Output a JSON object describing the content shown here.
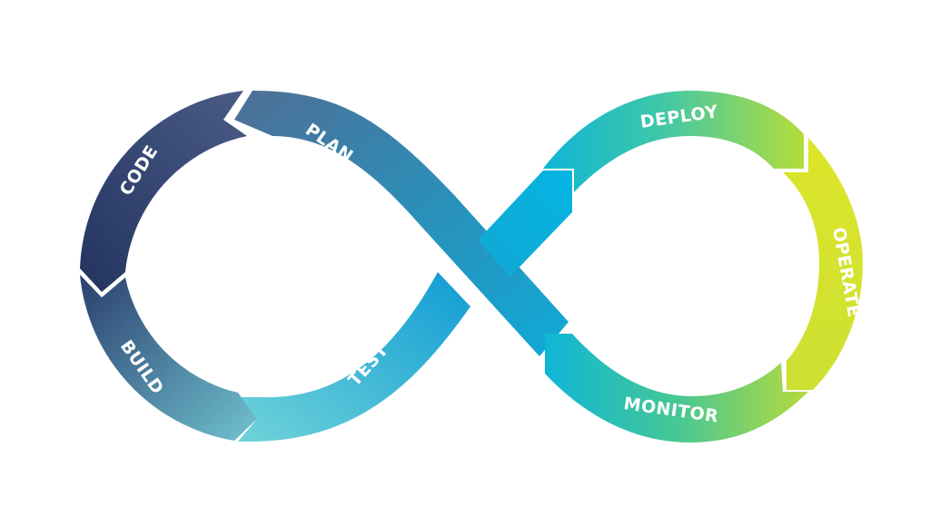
{
  "diagram": {
    "stages": [
      {
        "id": "plan",
        "label": "PLAN"
      },
      {
        "id": "code",
        "label": "CODE"
      },
      {
        "id": "build",
        "label": "BUILD"
      },
      {
        "id": "test",
        "label": "TEST"
      },
      {
        "id": "deploy",
        "label": "DEPLOY"
      },
      {
        "id": "operate",
        "label": "OPERATE"
      },
      {
        "id": "monitor",
        "label": "MONITOR"
      }
    ],
    "colors": {
      "navy": "#22345f",
      "slate": "#4a5b86",
      "teal_light": "#6fd3d9",
      "blue": "#1aa7d6",
      "cyan": "#0cb2df",
      "aqua": "#1ec2c8",
      "green": "#8cd35a",
      "lime": "#d7e52a",
      "yellow": "#e6e81f"
    }
  }
}
